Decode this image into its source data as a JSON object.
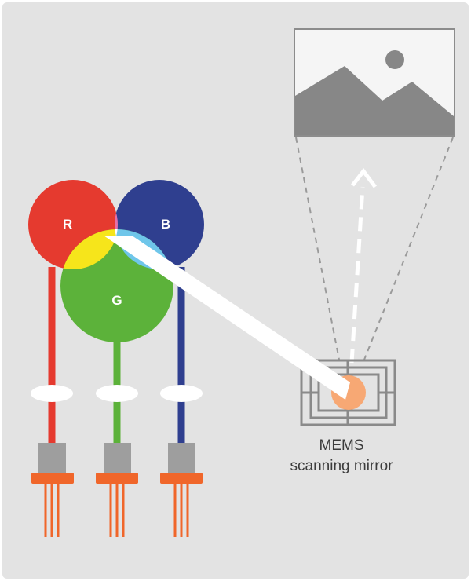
{
  "labels": {
    "red": "R",
    "blue": "B",
    "green": "G"
  },
  "mems": {
    "line1": "MEMS",
    "line2": "scanning mirror"
  },
  "colors": {
    "background": "#e3e3e3",
    "red": "#e53a2f",
    "blue": "#2f3f8f",
    "green": "#5cb23a",
    "magenta": "#e46fa8",
    "yellow": "#f6e51b",
    "cyan": "#6fc6ea",
    "white_mix": "#ffffff",
    "laser_body": "#9e9e9e",
    "laser_base": "#f0662a",
    "mems_frame": "#8a8a8a",
    "mirror": "#f7a874",
    "screen_fill": "#888888"
  }
}
